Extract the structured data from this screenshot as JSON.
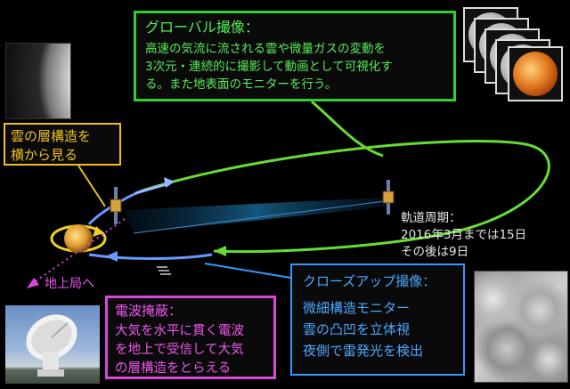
{
  "global_imaging": {
    "title": "グローバル撮像：",
    "lines": [
      "高速の気流に流される雲や微量ガスの変動を",
      "3次元・連続的に撮影して動画として可視化す",
      "る。また地表面のモニターを行う。"
    ]
  },
  "cloud_layer": {
    "lines": [
      "雲の層構造を",
      "横から見る"
    ]
  },
  "orbit_period": {
    "lines": [
      "軌道周期：",
      "2016年3月までは15日",
      "その後は9日"
    ]
  },
  "ground_station": {
    "label": "地上局へ"
  },
  "radio_occultation": {
    "title": "電波掩蔽：",
    "lines": [
      "大気を水平に貫く電波",
      "を地上で受信して大気",
      "の層構造をとらえる"
    ]
  },
  "closeup_imaging": {
    "title": "クローズアップ撮像：",
    "items": [
      "微細構造モニター",
      "雲の凸凹を立体視",
      "夜側で雷発光を検出"
    ]
  },
  "colors": {
    "global": "#33cc33",
    "cloud_layer": "#f0c020",
    "radio": "#dd44dd",
    "closeup": "#3399ff",
    "orbit_far": "#66dd33",
    "orbit_near": "#6699ff",
    "planet": "#e0a030"
  },
  "icons": [
    "venus-planet",
    "spacecraft",
    "ground-antenna",
    "venus-image-stack",
    "cloud-closeup-image",
    "limb-image"
  ]
}
